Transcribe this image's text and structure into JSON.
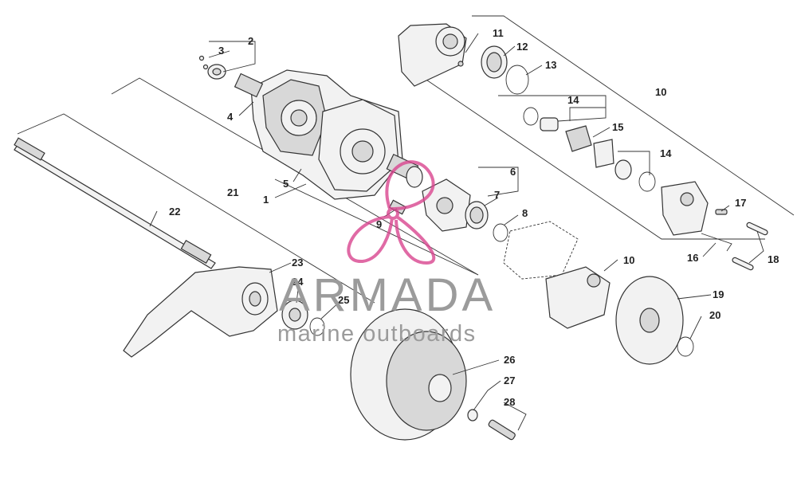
{
  "diagram": {
    "callouts": [
      "1",
      "2",
      "3",
      "4",
      "5",
      "6",
      "7",
      "8",
      "9",
      "10",
      "10",
      "11",
      "12",
      "13",
      "14",
      "14",
      "15",
      "16",
      "17",
      "18",
      "19",
      "20",
      "21",
      "22",
      "23",
      "24",
      "25",
      "26",
      "27",
      "28"
    ]
  },
  "watermark": {
    "title": "ARMADA",
    "subtitle": "marine outboards",
    "logo_color": "#d9458f",
    "text_color": "#9b9b9b"
  }
}
